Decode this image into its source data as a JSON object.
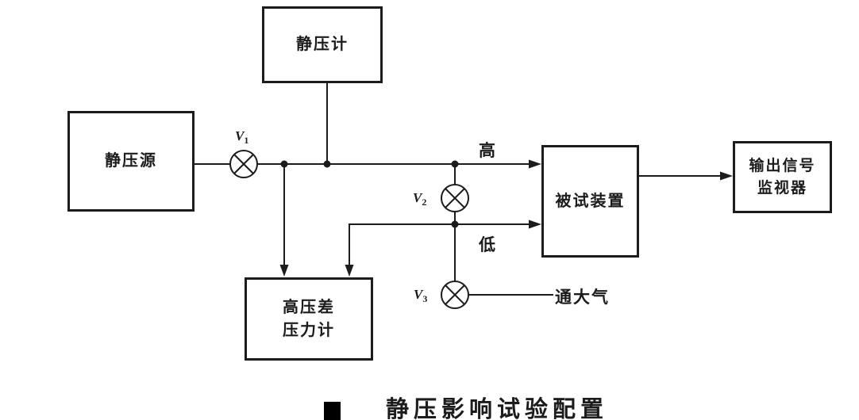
{
  "colors": {
    "line": "#1c1c1c",
    "background": "#ffffff"
  },
  "diagram": {
    "boxes": {
      "static_pressure_gauge": {
        "label": "静压计"
      },
      "static_pressure_source": {
        "label": "静压源"
      },
      "device_under_test": {
        "label": "被试装置"
      },
      "output_signal_monitor": {
        "line1": "输出信号",
        "line2": "监视器"
      },
      "high_diff_pressure_gauge": {
        "line1": "高压差",
        "line2": "压力计"
      }
    },
    "valves": {
      "v1": {
        "label": "V",
        "sub": "1"
      },
      "v2": {
        "label": "V",
        "sub": "2"
      },
      "v3": {
        "label": "V",
        "sub": "3"
      }
    },
    "port_labels": {
      "high": "高",
      "low": "低"
    },
    "vent_label": "通大气",
    "caption": {
      "text": "静压影响试验配置"
    }
  }
}
